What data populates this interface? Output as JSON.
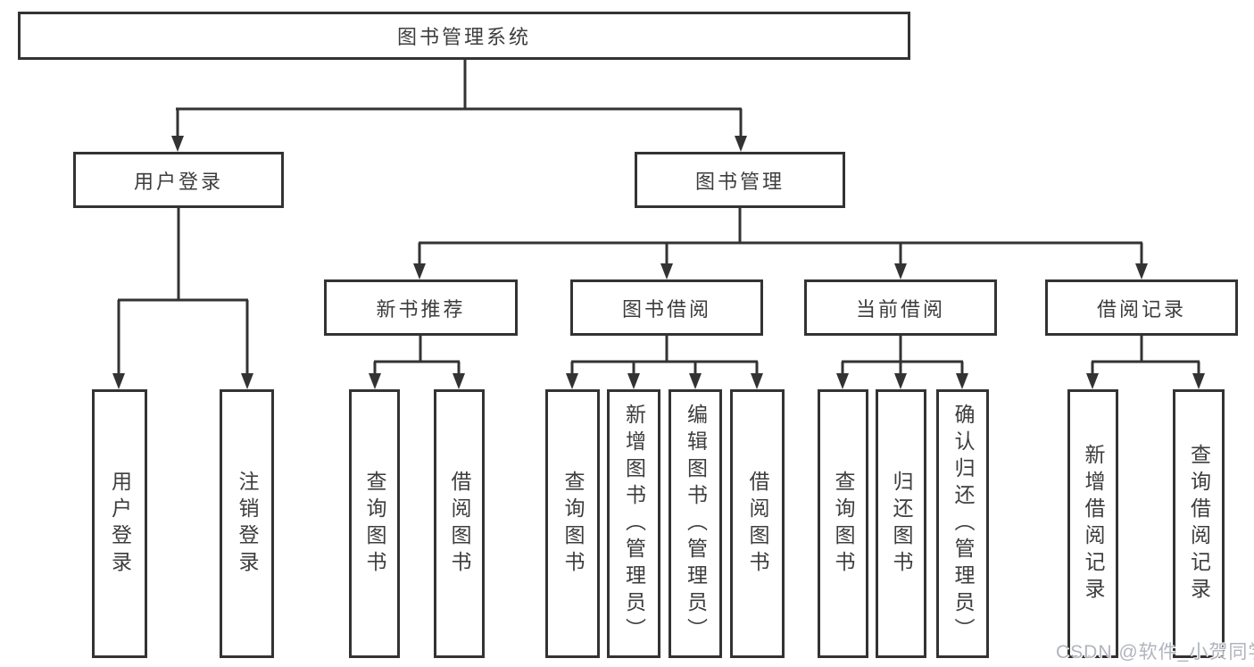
{
  "tree": {
    "root": "图书管理系统",
    "user_login": {
      "label": "用户登录",
      "children": [
        "用户登录",
        "注销登录"
      ]
    },
    "book_mgmt": {
      "label": "图书管理",
      "sections": [
        {
          "label": "新书推荐",
          "children": [
            "查询图书",
            "借阅图书"
          ]
        },
        {
          "label": "图书借阅",
          "children": [
            "查询图书",
            "新增图书（管理员）",
            "编辑图书（管理员）",
            "借阅图书"
          ]
        },
        {
          "label": "当前借阅",
          "children": [
            "查询图书",
            "归还图书",
            "确认归还（管理员）"
          ]
        },
        {
          "label": "借阅记录",
          "children": [
            "新增借阅记录",
            "查询借阅记录"
          ]
        }
      ]
    }
  },
  "watermark": "CSDN @软件_小贺同学",
  "colors": {
    "line": "#333333",
    "box_border": "#333333",
    "text": "#3d3d3d",
    "watermark": "#b0b4bd",
    "background": "#ffffff"
  }
}
